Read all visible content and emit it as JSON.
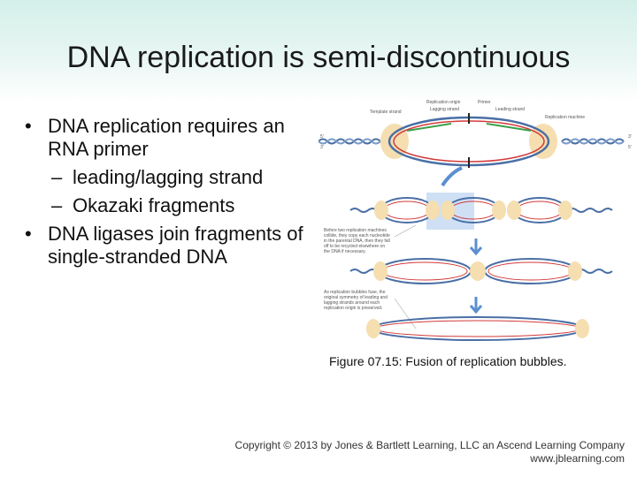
{
  "slide": {
    "title": "DNA replication is semi-discontinuous",
    "bullets": [
      {
        "level": 1,
        "text": "DNA replication requires an RNA primer"
      },
      {
        "level": 2,
        "text": "leading/lagging strand"
      },
      {
        "level": 2,
        "text": "Okazaki fragments"
      },
      {
        "level": 1,
        "text": "DNA ligases join fragments of single-stranded DNA"
      }
    ],
    "bullet_symbol": "•",
    "dash_symbol": "–"
  },
  "figure": {
    "caption": "Figure 07.15: Fusion of replication bubbles.",
    "labels": {
      "replication_origin": "Replication origin",
      "primer": "Primer",
      "lagging_strand": "Lagging strand",
      "leading_strand": "Leading strand",
      "template_strand": "Template strand",
      "replication_machine": "Replication machine",
      "five_prime": "5'",
      "three_prime": "3'",
      "note1": [
        "Before two replication machines",
        "collide, they copy each nucleotide",
        "in the parental DNA, then they fall",
        "off to be recycled elsewhere on",
        "the DNA if necessary."
      ],
      "note2": [
        "As replication bubbles fuse, the",
        "original symmetry of leading and",
        "lagging strands around each",
        "replication origin is preserved."
      ]
    },
    "colors": {
      "dna_helix": "#4a6fa5",
      "leading": "#d23a3a",
      "lagging": "#3aa04a",
      "machine": "#f5deb0",
      "highlight": "#cfe0f5",
      "arrow": "#5b8fd0"
    }
  },
  "footer": {
    "copyright": "Copyright © 2013 by Jones & Bartlett Learning, LLC an Ascend Learning Company",
    "website": "www.jblearning.com"
  }
}
